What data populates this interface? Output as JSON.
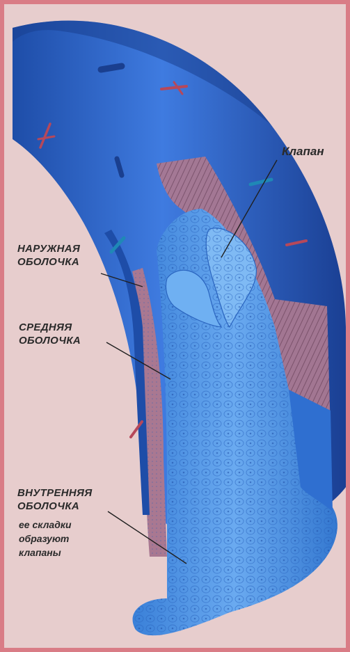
{
  "labels": {
    "valve": "Клапан",
    "outer": [
      "НАРУЖНАЯ",
      "ОБОЛОЧКА"
    ],
    "middle": [
      "СРЕДНЯЯ",
      "ОБОЛОЧКА"
    ],
    "inner": [
      "ВНУТРЕННЯЯ",
      "ОБОЛОЧКА"
    ],
    "inner_note": [
      "ее складки",
      "образуют",
      "клапаны"
    ]
  },
  "colors": {
    "background": "#e7cdcd",
    "frame": "#d97c86",
    "vein_outer": "#2d63c4",
    "vein_dark": "#1b3f8f",
    "middle_layer": "#9b6f86",
    "inner_layer": "#4a8fe0",
    "label_text": "#2a2a2a"
  }
}
